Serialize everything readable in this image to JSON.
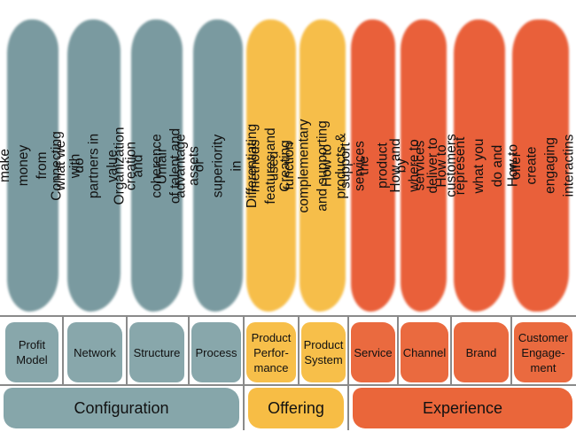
{
  "colors": {
    "configuration": "#6f9298",
    "offering": "#f6b93b",
    "experience": "#e8532a"
  },
  "pillars": [
    {
      "text": "How to make money from what we do",
      "group": "teal"
    },
    {
      "text": "Connecting with partners in value creation",
      "group": "teal"
    },
    {
      "text": "Organization and coherence of talent and assets",
      "group": "teal"
    },
    {
      "text": "Unfair advantage or superiority in methods used",
      "group": "teal"
    },
    {
      "text": "Differentiating features and function",
      "group": "yellow"
    },
    {
      "text": "Creating complementary and supporting products & services",
      "group": "yellow"
    },
    {
      "text": "How to support the product by services",
      "group": "red"
    },
    {
      "text": "How and where to deliver to customers",
      "group": "red"
    },
    {
      "text": "How to represent what you do and offer",
      "group": "red"
    },
    {
      "text": "How to create engaging interactins",
      "group": "red"
    }
  ],
  "types": [
    {
      "label": "Profit\nModel",
      "group": "teal"
    },
    {
      "label": "Network",
      "group": "teal"
    },
    {
      "label": "Structure",
      "group": "teal"
    },
    {
      "label": "Process",
      "group": "teal"
    },
    {
      "label": "Product\nPerfor-\nmance",
      "group": "yellow"
    },
    {
      "label": "Product\nSystem",
      "group": "yellow"
    },
    {
      "label": "Service",
      "group": "red"
    },
    {
      "label": "Channel",
      "group": "red"
    },
    {
      "label": "Brand",
      "group": "red"
    },
    {
      "label": "Customer\nEngage-\nment",
      "group": "red"
    }
  ],
  "categories": {
    "configuration": "Configuration",
    "offering": "Offering",
    "experience": "Experience"
  }
}
